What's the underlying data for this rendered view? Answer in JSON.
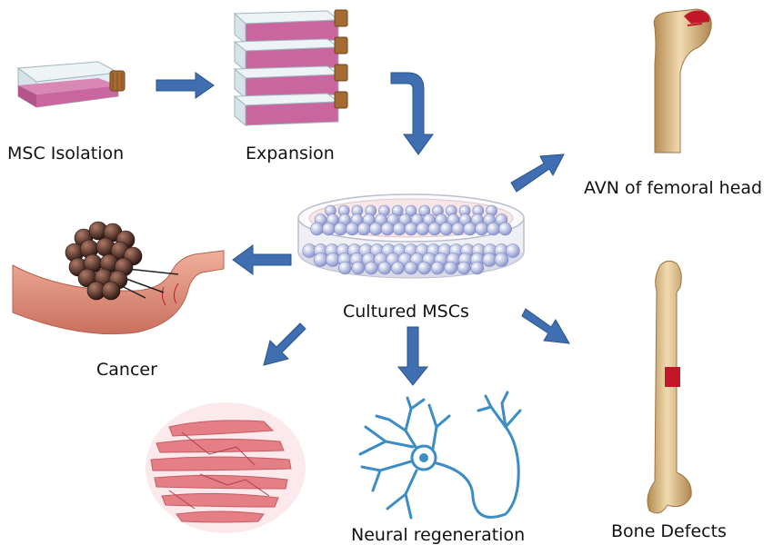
{
  "labels": {
    "isolation": "MSC Isolation",
    "expansion": "Expansion",
    "cultured": "Cultured MSCs",
    "avn": "AVN of femoral head",
    "cancer": "Cancer",
    "bone": "Bone Defects",
    "neural": "Neural regeneration"
  },
  "colors": {
    "arrow": "#3f6fb0",
    "arrow_edge": "#2a538e",
    "flask_media": "#c9669f",
    "flask_glass": "#dde9ee",
    "cap": "#a56b33",
    "bone": "#e6c998",
    "bone_shade": "#b89158",
    "defect": "#c4162a",
    "dish_rim": "#e6e8ee",
    "cell": "#a9b2dd",
    "tumor": "#4a2a22",
    "vessel": "#dc8f7a",
    "muscle": "#e57f86",
    "neuron": "#3b8dc4"
  },
  "icons": [
    "flask-icon",
    "flask-stack-icon",
    "petri-dish-icon",
    "femur-icon",
    "tumor-icon",
    "muscle-fiber-icon",
    "neuron-icon",
    "arrow-icon"
  ]
}
